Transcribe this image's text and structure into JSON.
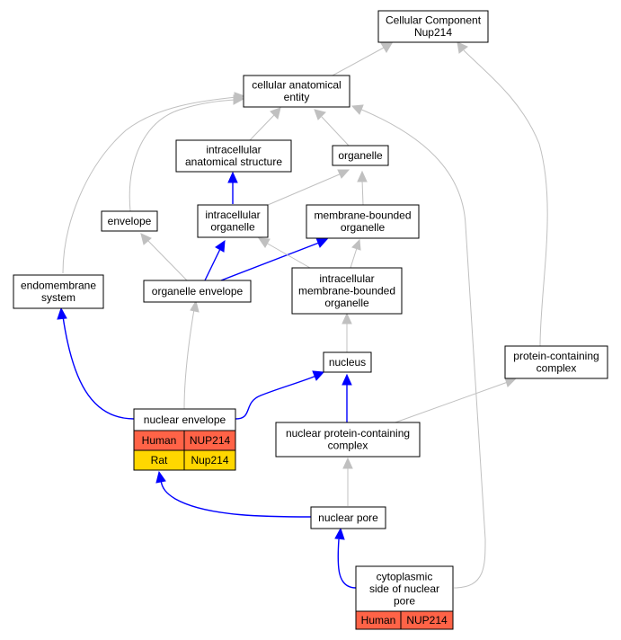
{
  "nodes": {
    "cellular_component": [
      "Cellular Component",
      "Nup214"
    ],
    "cellular_anatomical_entity": [
      "cellular anatomical",
      "entity"
    ],
    "intracellular_anatomical_structure": [
      "intracellular",
      "anatomical structure"
    ],
    "organelle": [
      "organelle"
    ],
    "envelope": [
      "envelope"
    ],
    "intracellular_organelle": [
      "intracellular",
      "organelle"
    ],
    "membrane_bounded_organelle": [
      "membrane-bounded",
      "organelle"
    ],
    "endomembrane_system": [
      "endomembrane",
      "system"
    ],
    "organelle_envelope": [
      "organelle envelope"
    ],
    "intracellular_membrane_bounded_organelle": [
      "intracellular",
      "membrane-bounded",
      "organelle"
    ],
    "nucleus": [
      "nucleus"
    ],
    "protein_containing_complex": [
      "protein-containing",
      "complex"
    ],
    "nuclear_envelope": [
      "nuclear envelope"
    ],
    "nuclear_protein_containing_complex": [
      "nuclear protein-containing",
      "complex"
    ],
    "nuclear_pore": [
      "nuclear pore"
    ],
    "cytoplasmic_side_of_nuclear_pore": [
      "cytoplasmic",
      "side of nuclear",
      "pore"
    ]
  },
  "annotations": {
    "nuclear_envelope": [
      {
        "species": "Human",
        "gene": "NUP214",
        "color": "#ff6347"
      },
      {
        "species": "Rat",
        "gene": "Nup214",
        "color": "#ffd700"
      }
    ],
    "cytoplasmic_side_of_nuclear_pore": [
      {
        "species": "Human",
        "gene": "NUP214",
        "color": "#ff6347"
      }
    ]
  },
  "edge_colors": {
    "is_a": "#c0c0c0",
    "part_of": "#0000ff"
  }
}
